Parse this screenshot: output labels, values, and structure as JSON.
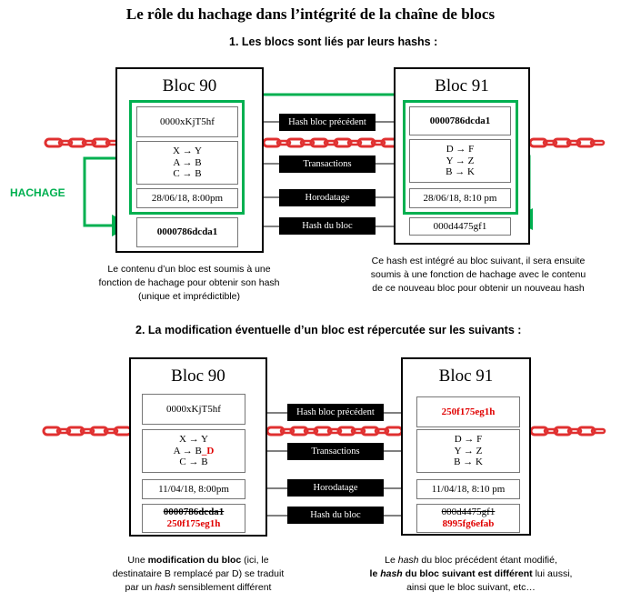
{
  "title": "Le rôle du hachage dans l’intégrité de la chaîne de blocs",
  "section1": {
    "heading": "1. Les blocs sont liés par leurs hashs :",
    "hachage_label": "HACHAGE",
    "block_a": {
      "name": "Bloc 90",
      "prev_hash": "0000xKjT5hf",
      "tx": [
        "X → Y",
        "A → B",
        "C → B"
      ],
      "timestamp": "28/06/18, 8:00pm",
      "hash": "0000786dcda1"
    },
    "block_b": {
      "name": "Bloc 91",
      "prev_hash": "0000786dcda1",
      "tx": [
        "D → F",
        "Y → Z",
        "B → K"
      ],
      "timestamp": "28/06/18, 8:10 pm",
      "hash": "000d4475gf1"
    },
    "labels": [
      "Hash bloc précédent",
      "Transactions",
      "Horodatage",
      "Hash du bloc"
    ],
    "caption_left": [
      "Le contenu d’un bloc est soumis à une",
      "fonction de hachage pour obtenir son hash",
      "(unique et imprédictible)"
    ],
    "caption_right": [
      "Ce hash est intégré au bloc suivant, il sera ensuite",
      "soumis à une fonction de hachage avec le contenu",
      "de ce nouveau bloc pour obtenir un nouveau hash"
    ]
  },
  "section2": {
    "heading": "2. La modification éventuelle d’un bloc est répercutée sur les suivants :",
    "block_a": {
      "name": "Bloc 90",
      "prev_hash": "0000xKjT5hf",
      "tx1": "X → Y",
      "tx2_prefix": "A → B",
      "tx2_mod": "_D",
      "tx3": "C → B",
      "timestamp": "11/04/18, 8:00pm",
      "hash_old": "0000786dcda1",
      "hash_new": "250f175eg1h"
    },
    "block_b": {
      "name": "Bloc 91",
      "prev_hash": "250f175eg1h",
      "tx": [
        "D → F",
        "Y → Z",
        "B → K"
      ],
      "timestamp": "11/04/18, 8:10 pm",
      "hash_old": "000d4475gf1",
      "hash_new": "8995fg6efab"
    },
    "labels": [
      "Hash bloc précédent",
      "Transactions",
      "Horodatage",
      "Hash du bloc"
    ],
    "caption_left": {
      "l1a": "Une ",
      "l1b": "modification du bloc",
      "l1c": " (ici, le",
      "l2": "destinataire B remplacé par D) se traduit",
      "l3a": "par un ",
      "l3b": "hash",
      "l3c": " sensiblement différent"
    },
    "caption_right": {
      "l1a": "Le ",
      "l1b": "hash",
      "l1c": " du bloc précédent étant modifié,",
      "l2a": "le ",
      "l2b": "hash",
      "l2c": " du bloc suivant est différent",
      "l2d": " lui aussi,",
      "l3": "ainsi que le bloc suivant, etc…"
    }
  },
  "colors": {
    "chain": "#e03030",
    "green": "#00b050",
    "modified": "#e00000",
    "label_bg": "#000000"
  }
}
